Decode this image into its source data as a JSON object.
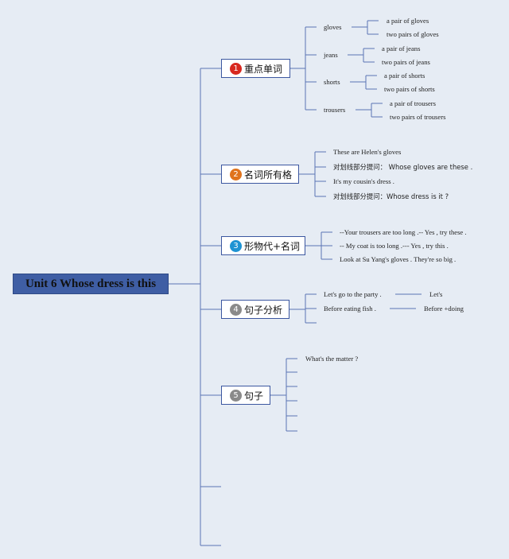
{
  "root": "Unit 6 Whose dress is this",
  "colors": {
    "line": "#5b74b4",
    "badge1": "#d8281f",
    "badge2": "#e0731c",
    "badge3": "#1e93d3",
    "badge4": "#8a8a8a",
    "badge5": "#8a8a8a"
  },
  "branch1": {
    "num": "1",
    "label": "重点单词",
    "words": [
      {
        "word": "gloves",
        "single": "a pair of gloves",
        "plural": "two pairs of gloves"
      },
      {
        "word": "jeans",
        "single": "a pair of jeans",
        "plural": "two pairs of jeans"
      },
      {
        "word": "shorts",
        "single": "a pair of shorts",
        "plural": "two pairs of shorts"
      },
      {
        "word": "trousers",
        "single": "a pair of trousers",
        "plural": "two pairs of trousers"
      }
    ]
  },
  "branch2": {
    "num": "2",
    "label": "名词所有格",
    "items": [
      "These are Helen's gloves",
      "对划线部分提问： Whose gloves are these .",
      "It's my cousin's dress .",
      "对划线部分提问：Whose dress is it ?"
    ]
  },
  "branch3": {
    "num": "3",
    "label": "形物代+名词",
    "items": [
      "--Your trousers are too long .-- Yes , try these .",
      "-- My coat is too long .--- Yes , try this .",
      "Look at Su Yang's gloves . They're so big ."
    ]
  },
  "branch4": {
    "num": "4",
    "label": "句子分析",
    "items": [
      {
        "sentence": "Let's go to the party .",
        "note": "Let's"
      },
      {
        "sentence": "Before eating fish .",
        "note": "Before +doing"
      }
    ]
  },
  "branch5": {
    "num": "5",
    "label": "句子",
    "items": [
      "What's the matter ?"
    ]
  }
}
